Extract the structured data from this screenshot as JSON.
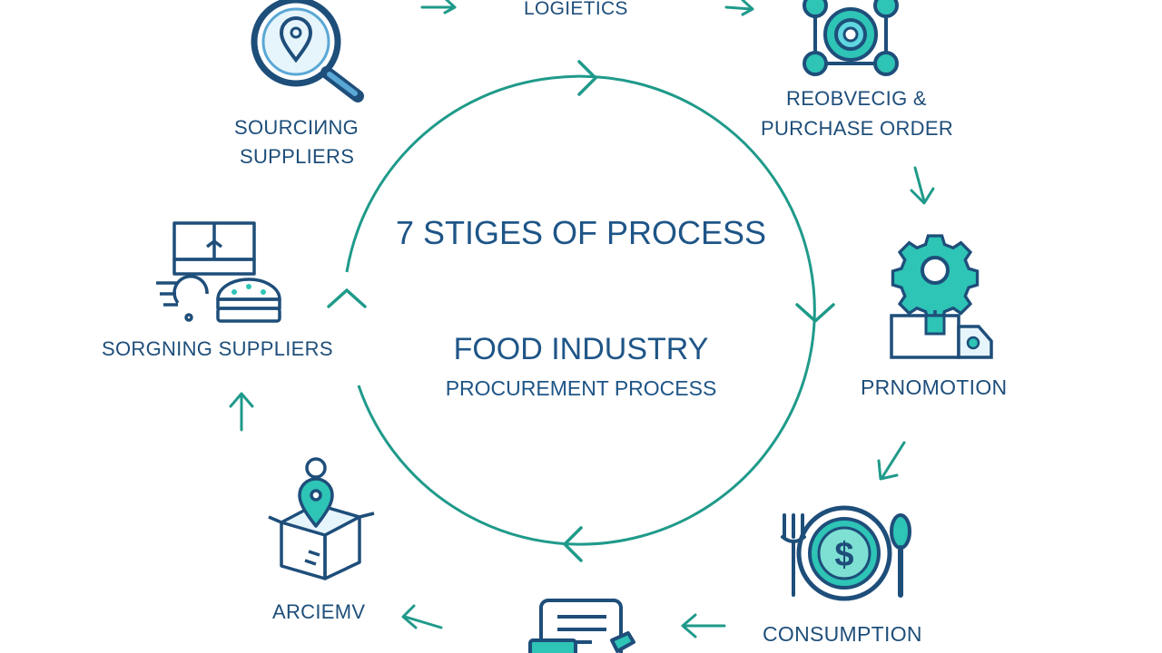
{
  "diagram": {
    "center": {
      "stages_title": "7 STIGES OF PROCESS",
      "industry_title": "FOOD INDUSTRY",
      "process_subtitle": "PROCUREMENT PROCESS"
    },
    "stages": {
      "logistics": "LOGIETICS",
      "sourcing_top_line1": "SOURCIИNG",
      "sourcing_top_line2": "SUPPLIЕRS",
      "receiving_line1": "REOBVECIG &",
      "receiving_line2": "PURCHASE ORDER",
      "sourcing_left": "SORGNING SUPPLIERS",
      "promotion": "PRNOMOTION",
      "archive": "ARCIEMV",
      "consumption": "CONSUMPTION"
    },
    "colors": {
      "circle": "#1f9a8a",
      "arrow": "#1f9a8a",
      "text_dark": "#1e4e7a",
      "icon_navy": "#1e4e7a",
      "icon_teal": "#2ec4b6"
    },
    "icons": [
      "magnifier-location-icon",
      "gear-network-icon",
      "delivery-boxes-icon",
      "gear-box-truck-icon",
      "box-location-icon",
      "document-clipboard-icon",
      "plate-dollar-cutlery-icon"
    ]
  }
}
